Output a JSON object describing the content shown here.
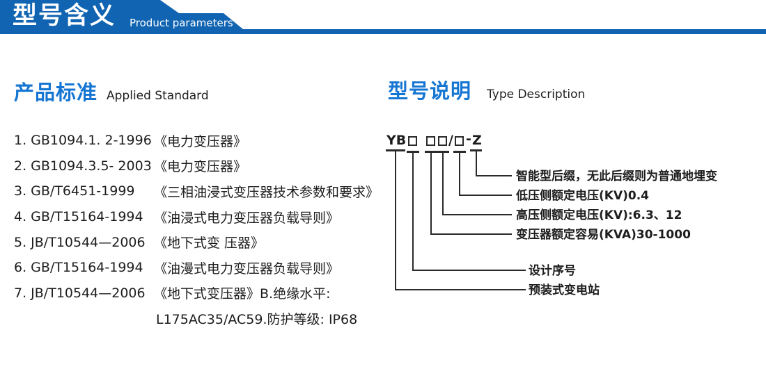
{
  "colors": {
    "header_blue": "#1064b1",
    "accent_blue": "#1475d2",
    "text_ink": "#1d1d1d",
    "diagram_line": "#2a2a2a"
  },
  "header": {
    "title_cn": "型号含义",
    "subtitle_en": "Product parameters"
  },
  "left_section": {
    "heading_cn": "产品标准",
    "heading_en": "Applied Standard",
    "standards": [
      {
        "code": "1. GB1094.1. 2-1996",
        "title": "《电力变压器》"
      },
      {
        "code": "2. GB1094.3.5- 2003",
        "title": "《电力变压器》"
      },
      {
        "code": "3. GB/T6451-1999",
        "title": "《三相油浸式变压器技术参数和要求》"
      },
      {
        "code": "4. GB/T15164-1994",
        "title": "《油浸式电力变压器负载导则》"
      },
      {
        "code": "5. JB/T10544—2006",
        "title": "《地下式变 压器》"
      },
      {
        "code": "6. GB/T15164-1994",
        "title": "《油漫式电力变压器负载导则》"
      },
      {
        "code": "7. JB/T10544—2006",
        "title": "《地下式变压器》B.绝缘水平:"
      }
    ],
    "continuation": "L175AC35/AC59.防护等级: IP68"
  },
  "right_section": {
    "heading_cn": "型号说明",
    "heading_en": "Type Description",
    "model_code": {
      "prefix": "YB",
      "slash": "/",
      "dash": "-",
      "suffix": "Z"
    },
    "labels": [
      "智能型后缀，无此后缀则为普通地埋变",
      "低压侧额定电压(KV)0.4",
      "高压侧额定电压(KV):6.3、12",
      "变压器额定容易(KVA)30-1000",
      "设计序号",
      "预装式变电站"
    ]
  }
}
